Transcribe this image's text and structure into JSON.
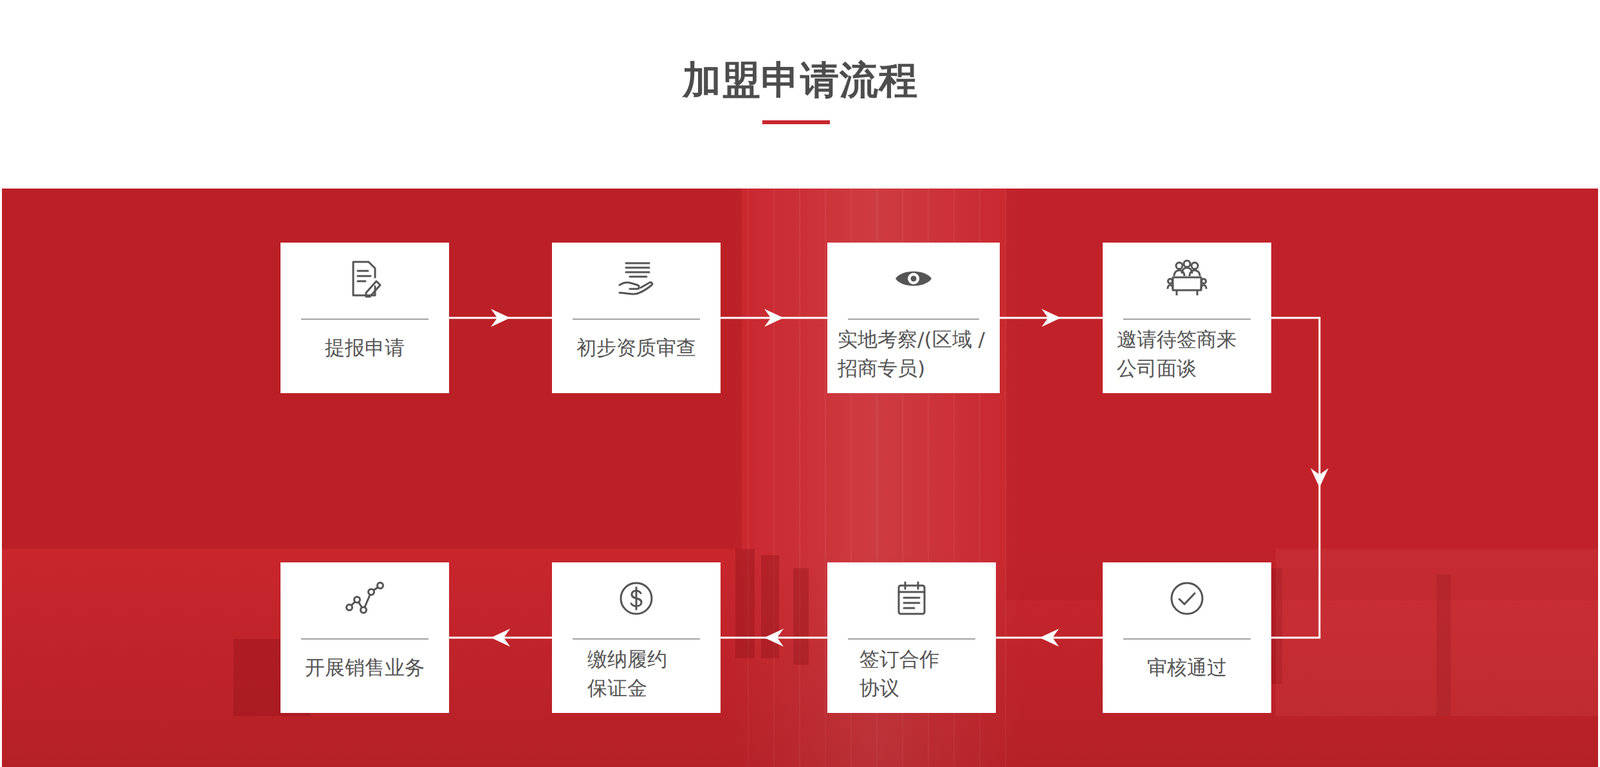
{
  "diagram": {
    "title": "加盟申请流程",
    "nodes": [
      {
        "text": [
          "提报申请"
        ]
      },
      {
        "text": [
          "初步资质审查"
        ]
      },
      {
        "text": [
          "实地考察/(区域 /招商专员)"
        ]
      },
      {
        "text": [
          "邀请待签商来 公司面谈"
        ]
      },
      {
        "text": [
          "审核通过"
        ]
      },
      {
        "text": [
          "签订合作 协议"
        ]
      },
      {
        "text": [
          "缴纳履约 保证金"
        ]
      },
      {
        "text": [
          "开展销售业务"
        ]
      }
    ],
    "edges": [
      {
        "from": 0,
        "to": 1,
        "arrow": "to"
      },
      {
        "from": 1,
        "to": 2,
        "arrow": "to"
      },
      {
        "from": 2,
        "to": 3,
        "arrow": "to"
      },
      {
        "from": 3,
        "to": 4,
        "arrow": "to"
      },
      {
        "from": 4,
        "to": 5,
        "arrow": "to"
      },
      {
        "from": 5,
        "to": 6,
        "arrow": "to"
      },
      {
        "from": 6,
        "to": 7,
        "arrow": "to"
      }
    ]
  }
}
